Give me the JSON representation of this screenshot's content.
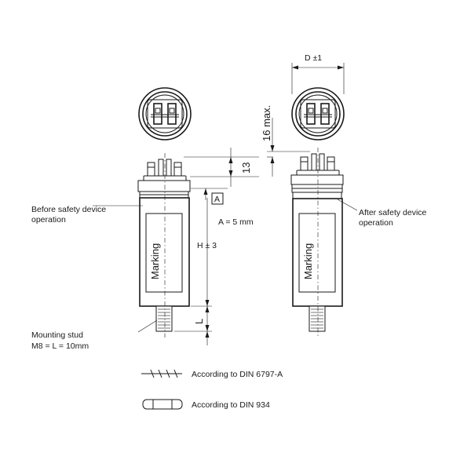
{
  "labels": {
    "dim_d": "D ±1",
    "dim_16": "16 max.",
    "dim_13": "13",
    "dim_a_box": "A",
    "dim_a_value": "A = 5 mm",
    "dim_h": "H ± 3",
    "dim_l": "L",
    "marking_left": "Marking",
    "marking_right": "Marking",
    "before_line1": "Before safety device",
    "before_line2": "operation",
    "after_line1": "After safety device",
    "after_line2": "operation",
    "stud_line1": "Mounting stud",
    "stud_line2": "M8 = L = 10mm",
    "legend_din6797": "According to DIN 6797-A",
    "legend_din934": "According to DIN 934"
  }
}
